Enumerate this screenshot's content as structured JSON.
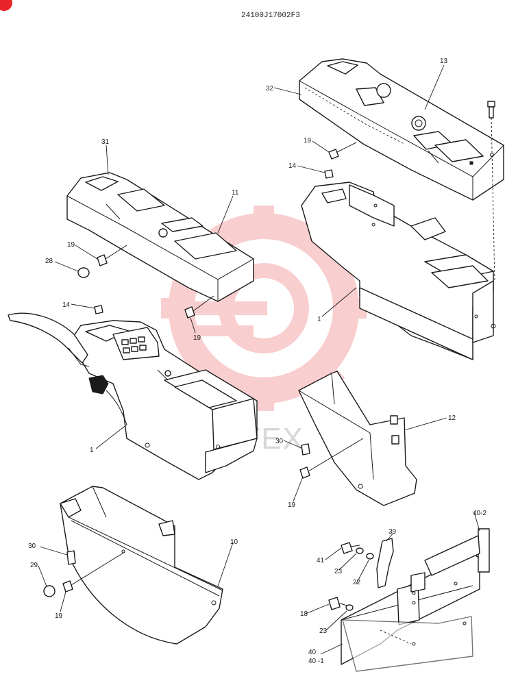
{
  "drawing_code": "24100J17002F3",
  "watermark_text": "ИНТЕХ",
  "colors": {
    "ink": "#1a1a1a",
    "watermark": "#e8242a",
    "paper": "#ffffff"
  },
  "callouts": {
    "c13": "13",
    "c32": "32",
    "c19a": "19",
    "c14a": "14",
    "c31": "31",
    "c11": "11",
    "c19b": "19",
    "c28": "28",
    "c14b": "14",
    "c19c": "19",
    "c1a": "1",
    "c1b": "1",
    "c12": "12",
    "c30a": "30",
    "c19d": "19",
    "c30b": "30",
    "c29": "29",
    "c19e": "19",
    "c10": "10",
    "c40_2": "40-2",
    "c39": "39",
    "c41": "41",
    "c23a": "23",
    "c22": "22",
    "c18": "18",
    "c23b": "23",
    "c40": "40",
    "c40_1": "40 -1"
  }
}
